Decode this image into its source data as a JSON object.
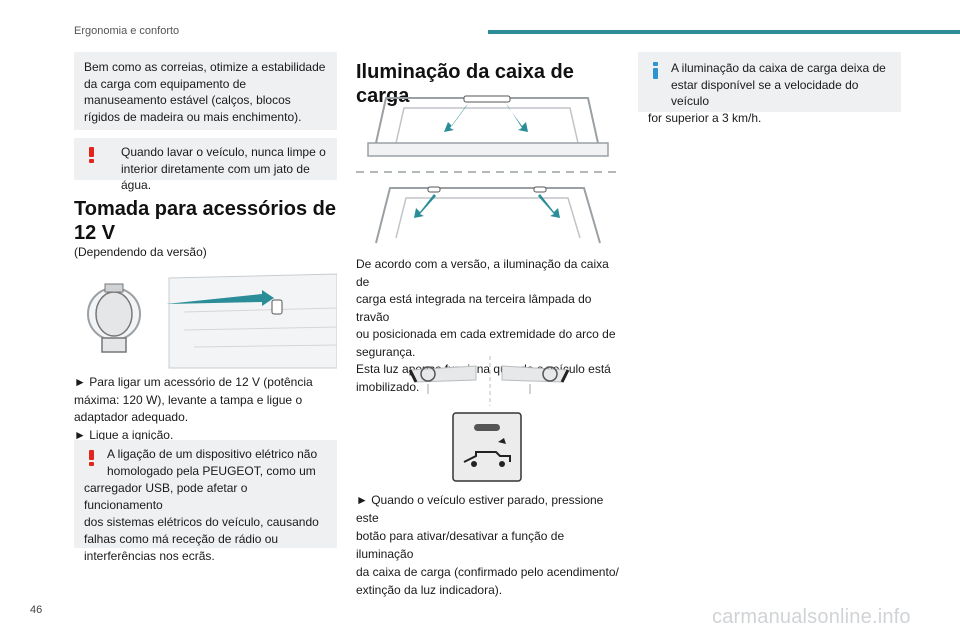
{
  "header": {
    "section": "Ergonomia e conforto"
  },
  "col1": {
    "box1": "Bem como as correias, otimize a estabilidade da carga com equipamento de manuseamento estável (calços, blocos rígidos de madeira ou mais enchimento).",
    "warn1": "Quando lavar o veículo, nunca limpe o interior diretamente com um jato de água.",
    "heading_line1": "Tomada para acessórios de",
    "heading_line2": "12 V",
    "subtitle": "(Dependendo da versão)",
    "step1_line1": "► Para ligar um acessório de 12 V (potência",
    "step1_line2": "máxima: 120 W), levante a tampa e ligue o",
    "step1_line3": "adaptador adequado.",
    "step2": "► Ligue a ignição.",
    "warn2_l1": "A ligação de um dispositivo elétrico não",
    "warn2_l2": "homologado pela PEUGEOT, como um",
    "warn2_l3": "carregador USB, pode afetar o funcionamento",
    "warn2_l4": "dos sistemas elétricos do veículo, causando",
    "warn2_l5": "falhas como má receção de rádio ou",
    "warn2_l6": "interferências nos ecrãs."
  },
  "col2": {
    "heading": "Iluminação da caixa de carga",
    "p1_l1": "De acordo com a versão, a iluminação da caixa de",
    "p1_l2": "carga está integrada na terceira lâmpada do travão",
    "p1_l3": "ou posicionada em cada extremidade do arco de",
    "p1_l4": "segurança.",
    "p2_l1": "Esta luz apenas funciona quando o veículo está",
    "p2_l2": "imobilizado.",
    "p3_l1": "► Quando o veículo estiver parado, pressione este",
    "p3_l2": "botão para ativar/desativar a função de iluminação",
    "p3_l3": "da caixa de carga (confirmado pelo acendimento/",
    "p3_l4": "extinção da luz indicadora)."
  },
  "col3": {
    "info_l1": "A iluminação da caixa de carga deixa de",
    "info_l2": "estar disponível se a velocidade do veículo",
    "info_l3": "for superior a 3 km/h."
  },
  "footer": {
    "page_number": "46",
    "brand": "carmanualsonline.info"
  },
  "colors": {
    "accent": "#2a8d98",
    "warning": "#e2261e",
    "info": "#2e93d1",
    "box_bg": "#eef0f1"
  }
}
